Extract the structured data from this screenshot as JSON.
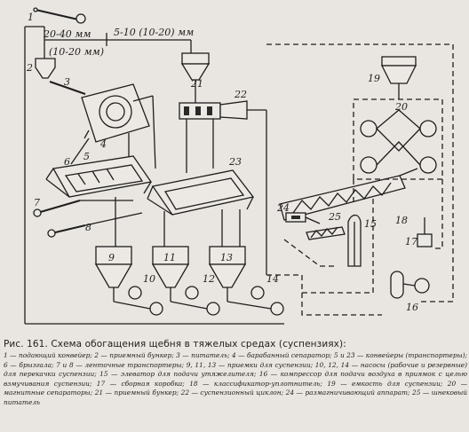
{
  "diagram": {
    "size_labels": {
      "coarse": "20-40 мм",
      "medium": "5-10 (10-20) мм",
      "fine": "(10-20 мм)"
    },
    "numbers": {
      "n1": "1",
      "n2": "2",
      "n3": "3",
      "n4": "4",
      "n5": "5",
      "n6": "6",
      "n7": "7",
      "n8": "8",
      "n9": "9",
      "n10": "10",
      "n11": "11",
      "n12": "12",
      "n13": "13",
      "n14": "14",
      "n15": "15",
      "n16": "16",
      "n17": "17",
      "n18": "18",
      "n19": "19",
      "n20": "20",
      "n21": "21",
      "n22": "22",
      "n23": "23",
      "n24": "24",
      "n25": "25"
    }
  },
  "caption": {
    "title": "Рис. 161. Схема обогащения щебня в тяжелых средах (суспензиях):",
    "body": "1 — подающий конвейер; 2 — приемный бункер; 3 — питатель; 4 — барабанный сепаратор; 5 и 23 — конвейеры (транспортеры); 6 — брызгала; 7 и 8 — ленточные транспортеры; 9, 11, 13 — приемки для суспензии; 10, 12, 14 — насосы (рабочие и резервные) для перекачки суспензии; 15 — элеватор для подачи утяжелителя; 16 — компрессор для подачи воздуха в приямок с целью взмучивания суспензии; 17 — сборная коробка; 18 — классификатор-уплотнитель; 19 — емкость для суспензии; 20 — магнитные сепараторы; 21 — приемный бункер; 22 — суспензионный циклон; 24 — размагничивающий аппарат; 25 — шнековый питатель"
  }
}
